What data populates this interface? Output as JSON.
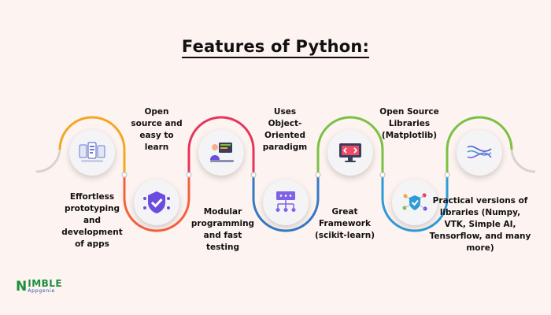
{
  "title": "Features of Python:",
  "features": [
    {
      "label": "Effortless prototyping and development of apps",
      "icon": "app-screens-icon",
      "color": "#f5a623"
    },
    {
      "label": "Open source and easy to learn",
      "icon": "shield-check-icon",
      "color": "#f4613f"
    },
    {
      "label": "Modular programming and fast testing",
      "icon": "developer-desk-icon",
      "color": "#e6355d"
    },
    {
      "label": "Uses Object-Oriented paradigm",
      "icon": "hierarchy-icon",
      "color": "#3479c5"
    },
    {
      "label": "Great Framework (scikit-learn)",
      "icon": "monitor-code-icon",
      "color": "#7ac142"
    },
    {
      "label": "Open Source Libraries (Matplotlib)",
      "icon": "network-shield-icon",
      "color": "#2e9bd6"
    },
    {
      "label": "Practical versions of libraries (Numpy, VTK, Simple AI, Tensorflow, and many more)",
      "icon": "wave-lines-icon",
      "color": "#7ac142"
    }
  ],
  "logo": {
    "letter": "N",
    "name": "IMBLE",
    "sub": "Appgenie"
  }
}
